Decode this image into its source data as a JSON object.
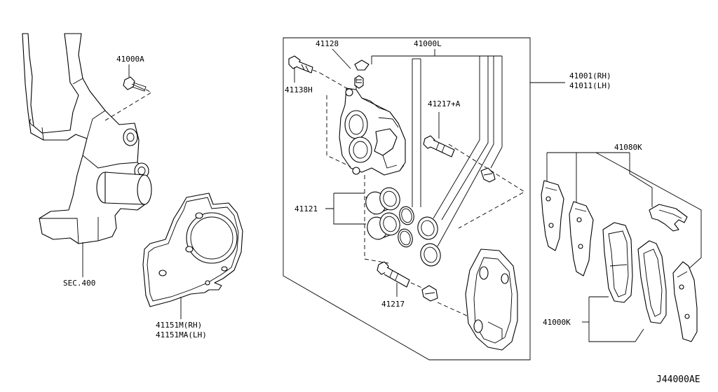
{
  "diagram": {
    "labels": {
      "p41000A": "41000A",
      "sec400": "SEC.400",
      "p41151M": "41151M(RH)",
      "p41151MA": "41151MA(LH)",
      "p41128": "41128",
      "p41000L": "41000L",
      "p41138H": "41138H",
      "p41217A": "41217+A",
      "p41121": "41121",
      "p41217": "41217",
      "p41001": "41001(RH)",
      "p41011": "41011(LH)",
      "p41080K": "41080K",
      "p41000K": "41000K",
      "code": "J44000AE"
    }
  }
}
